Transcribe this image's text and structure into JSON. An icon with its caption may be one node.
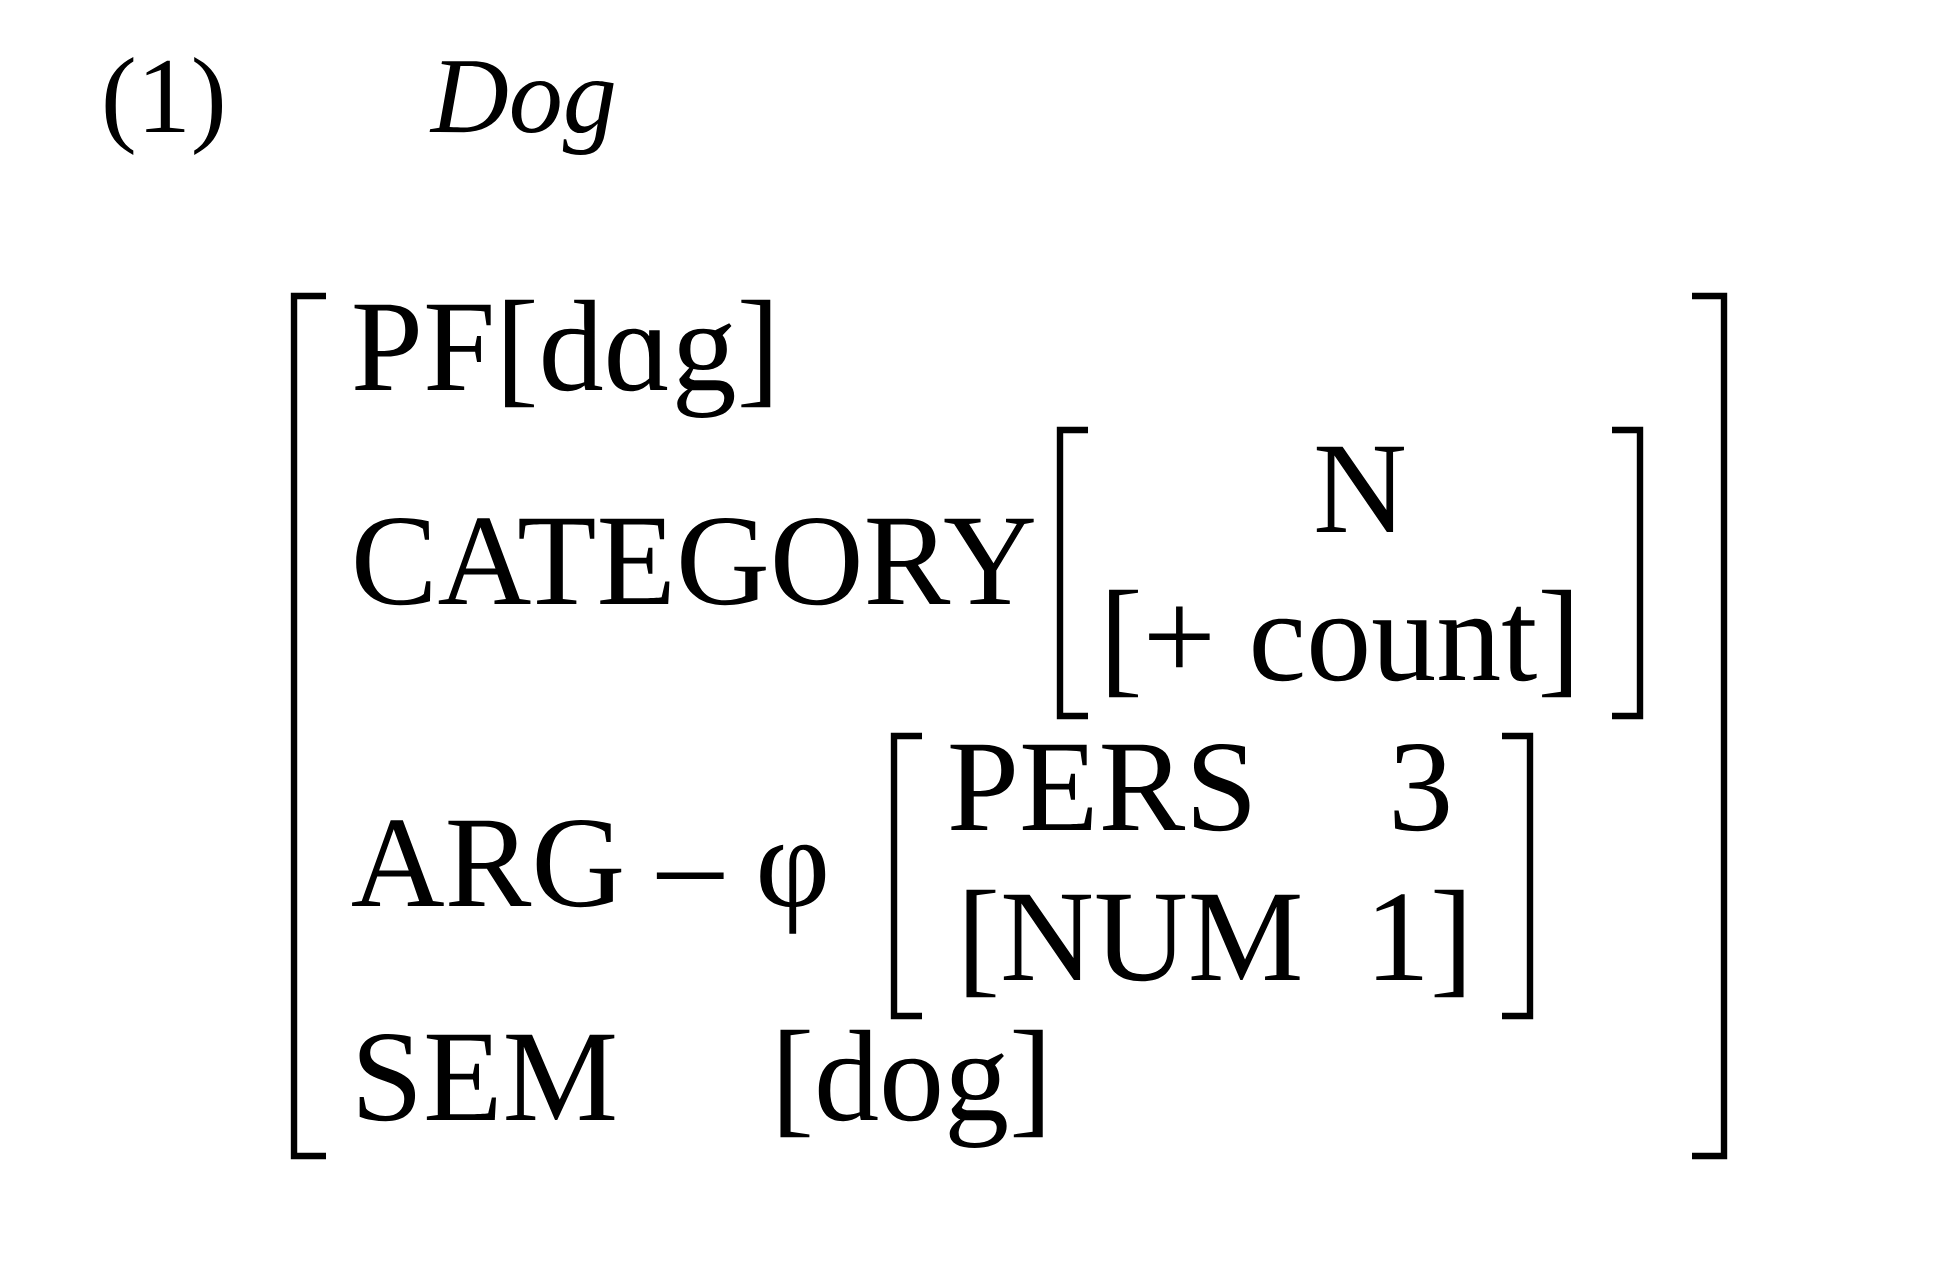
{
  "diagram": {
    "labels": [
      "(1)",
      "Dog",
      "PF[dɑg]",
      "CATEGORY",
      "N",
      "[+ count]",
      "ARG – φ",
      "PERS",
      "3",
      "[NUM",
      "1]",
      "SEM",
      "[dog]"
    ]
  }
}
